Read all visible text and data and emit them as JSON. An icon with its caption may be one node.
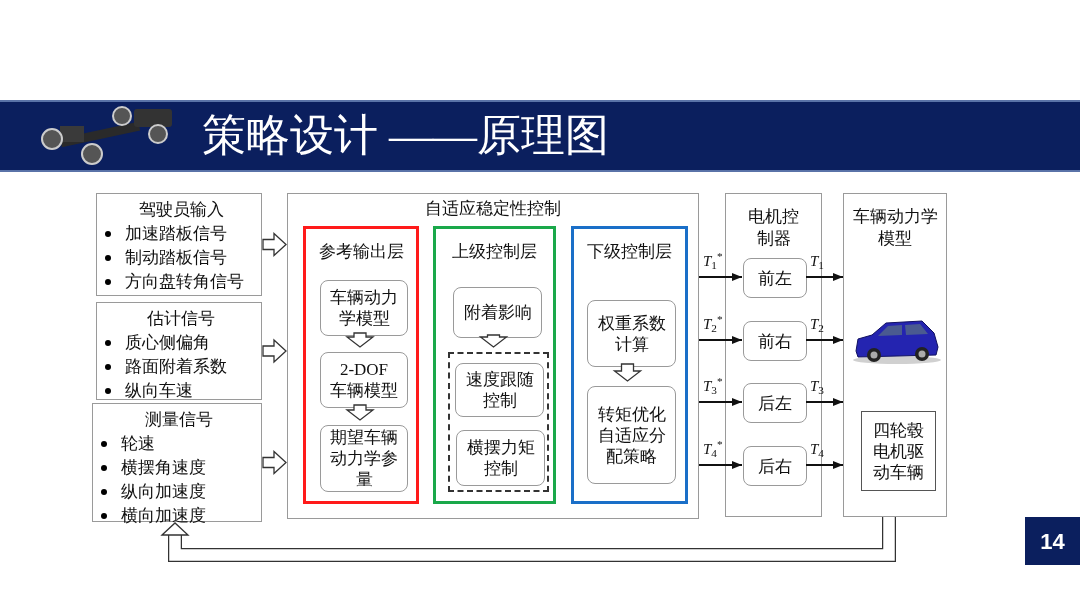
{
  "diagram": {
    "title": "策略设计 ——原理图",
    "nodes": [
      {
        "text": [
          "驾驶员输入",
          "加速踏板信号",
          "制动踏板信号",
          "方向盘转角信号"
        ]
      },
      {
        "text": [
          "估计信号",
          "质心侧偏角",
          "路面附着系数",
          "纵向车速"
        ]
      },
      {
        "text": [
          "测量信号",
          "轮速",
          "横摆角速度",
          "纵向加速度",
          "横向加速度"
        ]
      },
      {
        "text": [
          "自适应稳定性控制"
        ]
      },
      {
        "text": [
          "参考输出层"
        ],
        "in": 3
      },
      {
        "text": [
          "车辆动力学模型"
        ],
        "in": 4
      },
      {
        "text": [
          "2-DOF 车辆模型"
        ],
        "in": 4
      },
      {
        "text": [
          "期望车辆动力学参量"
        ],
        "in": 4
      },
      {
        "text": [
          "上级控制层"
        ],
        "in": 3
      },
      {
        "text": [
          "附着影响"
        ],
        "in": 8
      },
      {
        "text": [],
        "shape": "box",
        "in": 8
      },
      {
        "text": [
          "速度跟随控制"
        ],
        "in": 10
      },
      {
        "text": [
          "横摆力矩控制"
        ],
        "in": 10
      },
      {
        "text": [
          "下级控制层"
        ],
        "in": 3
      },
      {
        "text": [
          "权重系数计算"
        ],
        "in": 13
      },
      {
        "text": [
          "转矩优化自适应分配策略"
        ],
        "in": 13
      },
      {
        "text": [
          "电机控制器"
        ]
      },
      {
        "text": [
          "前左"
        ],
        "in": 16
      },
      {
        "text": [
          "前右"
        ],
        "in": 16
      },
      {
        "text": [
          "后左"
        ],
        "in": 16
      },
      {
        "text": [
          "后右"
        ],
        "in": 16
      },
      {
        "text": [
          "车辆动力学模型"
        ]
      },
      {
        "text": [],
        "shape": "picture",
        "in": 21
      },
      {
        "text": [
          "四轮毂电机驱动车辆"
        ],
        "in": 21
      }
    ],
    "edges": [
      {
        "from": 0,
        "to": 3,
        "arrow": "to",
        "style": "thick"
      },
      {
        "from": 1,
        "to": 3,
        "arrow": "to",
        "style": "thick"
      },
      {
        "from": 2,
        "to": 3,
        "arrow": "to",
        "style": "thick"
      },
      {
        "from": 5,
        "to": 6,
        "arrow": "to",
        "style": "thick"
      },
      {
        "from": 6,
        "to": 7,
        "arrow": "to",
        "style": "thick"
      },
      {
        "from": 9,
        "to": 10,
        "arrow": "to",
        "style": "thick"
      },
      {
        "from": 14,
        "to": 15,
        "arrow": "to",
        "style": "thick"
      },
      {
        "from": 3,
        "to": 17,
        "arrow": "to",
        "label": "*T*$_{1}$$^{*}$"
      },
      {
        "from": 3,
        "to": 18,
        "arrow": "to",
        "label": "*T*$_{2}$$^{*}$"
      },
      {
        "from": 3,
        "to": 19,
        "arrow": "to",
        "label": "*T*$_{3}$$^{*}$"
      },
      {
        "from": 3,
        "to": 20,
        "arrow": "to",
        "label": "*T*$_{4}$$^{*}$"
      },
      {
        "from": 17,
        "to": 21,
        "arrow": "to",
        "label": "*T*$_{1}$"
      },
      {
        "from": 18,
        "to": 21,
        "arrow": "to",
        "label": "*T*$_{2}$"
      },
      {
        "from": 19,
        "to": 21,
        "arrow": "to",
        "label": "*T*$_{3}$"
      },
      {
        "from": 20,
        "to": 21,
        "arrow": "to",
        "label": "*T*$_{4}$"
      },
      {
        "from": 21,
        "to": 2,
        "arrow": "to",
        "style": "thick"
      }
    ],
    "labels": [
      "14"
    ]
  }
}
